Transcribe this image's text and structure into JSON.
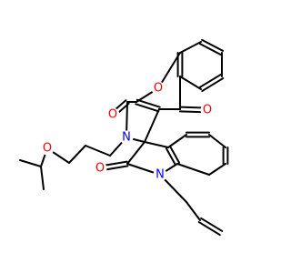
{
  "colors": {
    "background": "#ffffff",
    "bond": "#000000",
    "oxygen": "#ff0000",
    "nitrogen": "#0000ff"
  },
  "atom_labels": {
    "o_pyran": {
      "text": "O",
      "element": "oxygen"
    },
    "o_ketone_chromone": {
      "text": "O",
      "element": "oxygen"
    },
    "o_carbonyl_pyrrolone": {
      "text": "O",
      "element": "oxygen"
    },
    "n_pyrrolone": {
      "text": "N",
      "element": "nitrogen"
    },
    "o_ether": {
      "text": "O",
      "element": "oxygen"
    },
    "o_carbonyl_indolinone": {
      "text": "O",
      "element": "oxygen"
    },
    "n_indolinone": {
      "text": "N",
      "element": "nitrogen"
    }
  }
}
